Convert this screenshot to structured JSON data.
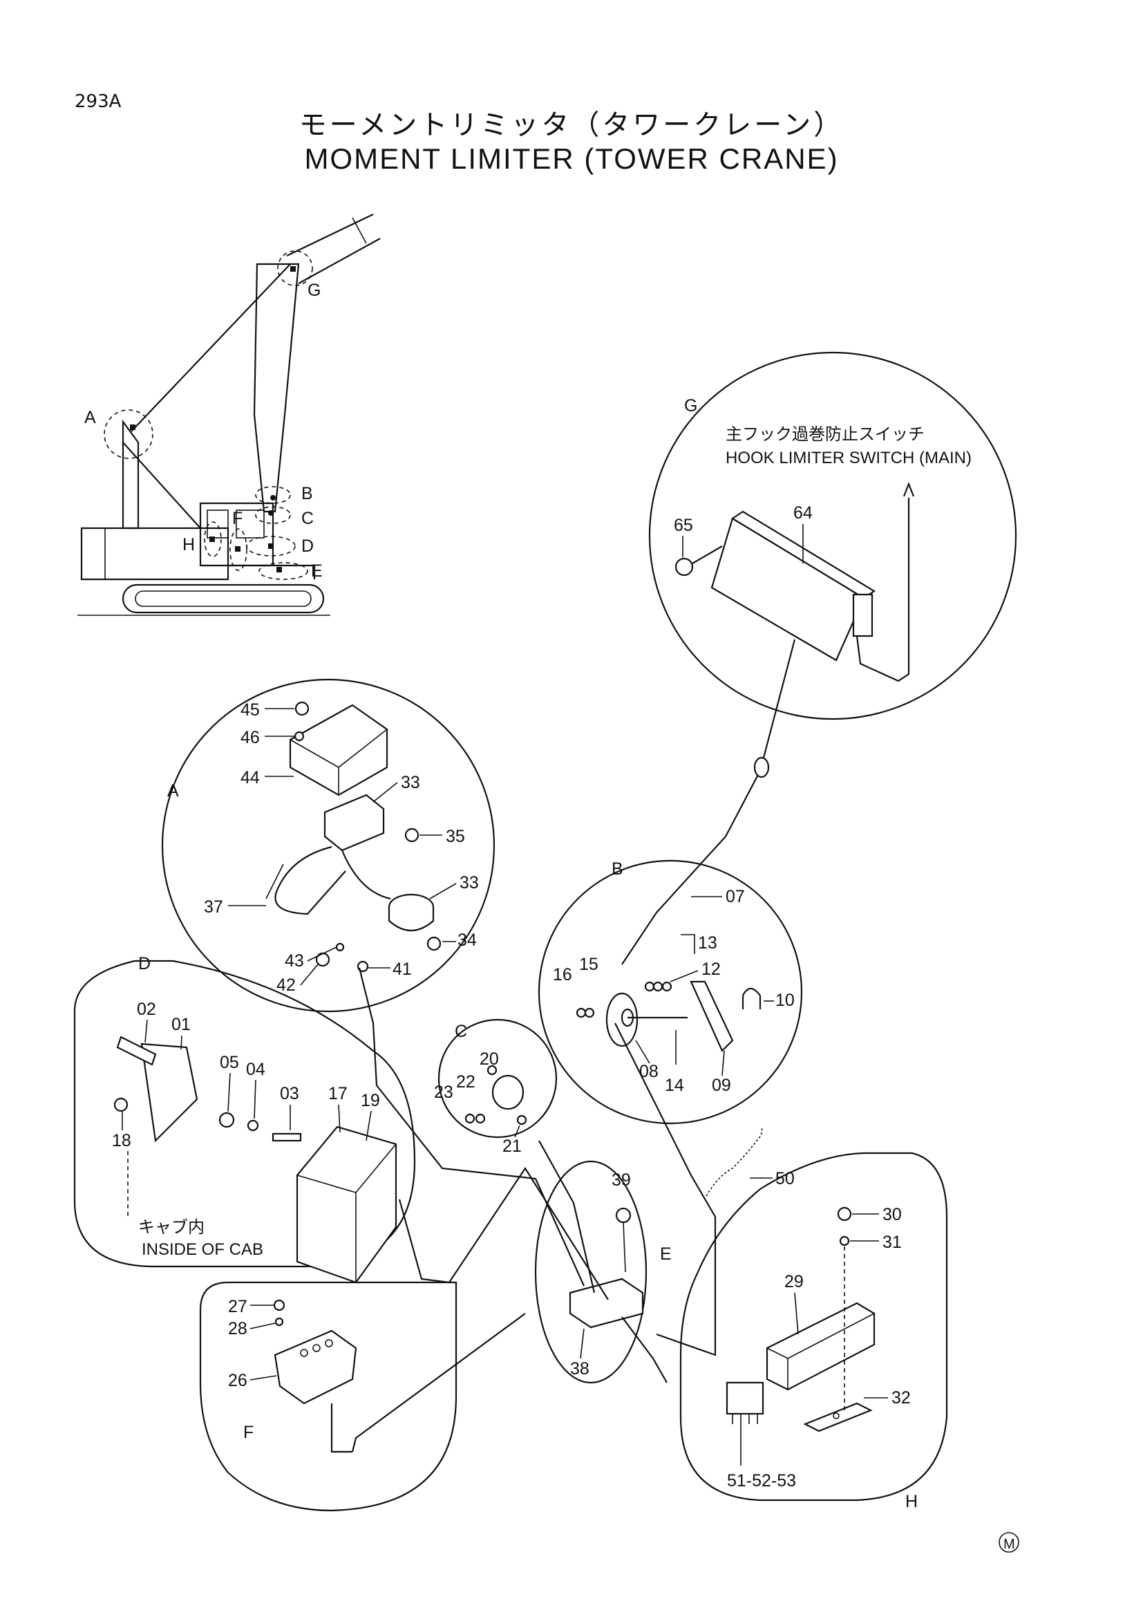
{
  "page_number": "293A",
  "title_jp": "モーメントリミッタ（タワークレーン）",
  "title_en": "MOMENT LIMITER (TOWER CRANE)",
  "overview_labels": [
    "A",
    "B",
    "C",
    "D",
    "E",
    "F",
    "G",
    "H"
  ],
  "details": {
    "G": {
      "label": "G",
      "note_jp": "主フック過巻防止スイッチ",
      "note_en": "HOOK LIMITER SWITCH (MAIN)",
      "parts": [
        "65",
        "64"
      ]
    },
    "A": {
      "label": "A",
      "parts": [
        "45",
        "46",
        "44",
        "33",
        "35",
        "33",
        "37",
        "34",
        "43",
        "41",
        "42"
      ]
    },
    "B": {
      "label": "B",
      "parts": [
        "07",
        "13",
        "16",
        "15",
        "12",
        "10",
        "08",
        "14",
        "09"
      ]
    },
    "C": {
      "label": "C",
      "parts": [
        "20",
        "23",
        "22",
        "21"
      ]
    },
    "D": {
      "label": "D",
      "note_jp": "キャブ内",
      "note_en": "INSIDE OF CAB",
      "parts": [
        "02",
        "01",
        "05",
        "04",
        "03",
        "17",
        "19",
        "18"
      ]
    },
    "E": {
      "label": "E",
      "parts": [
        "39",
        "38"
      ]
    },
    "F": {
      "label": "F",
      "parts": [
        "27",
        "28",
        "26"
      ]
    },
    "H": {
      "label": "H",
      "parts": [
        "30",
        "31",
        "29",
        "32",
        "51-52-53"
      ]
    }
  },
  "extra_parts": [
    "50"
  ],
  "footer_mark": "M"
}
